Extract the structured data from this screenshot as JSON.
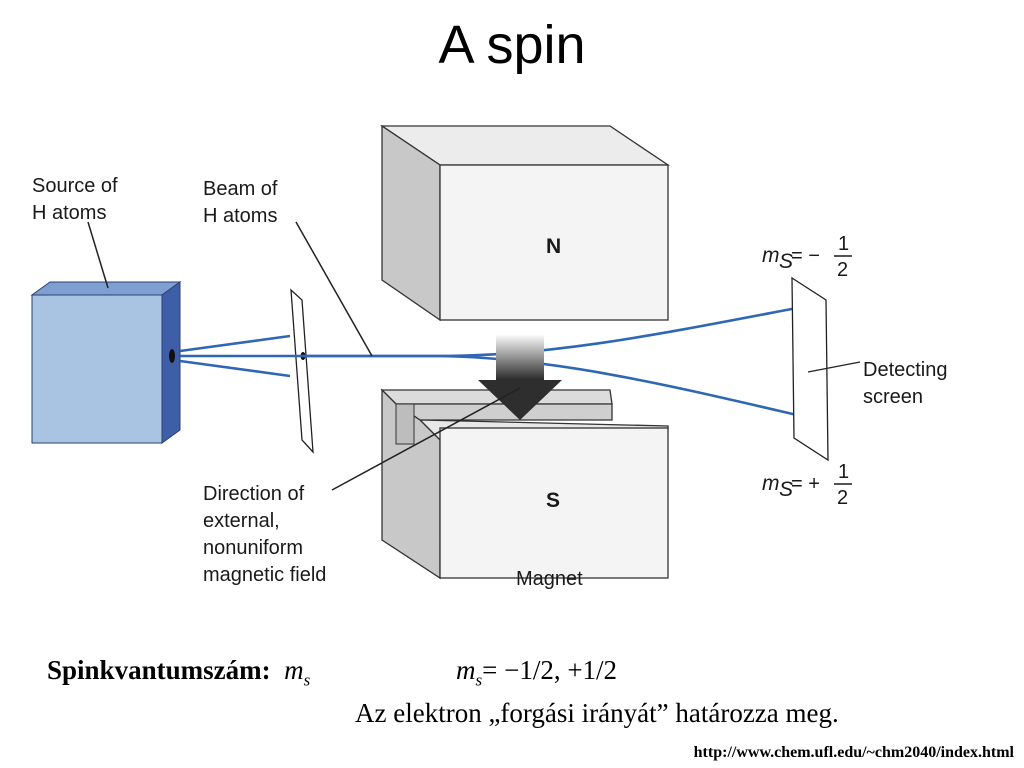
{
  "title": "A spin",
  "labels": {
    "source_line1": "Source of",
    "source_line2": "H atoms",
    "beam_line1": "Beam of",
    "beam_line2": "H atoms",
    "north": "N",
    "south": "S",
    "magnet": "Magnet",
    "field_line1": "Direction of",
    "field_line2": "external,",
    "field_line3": "nonuniform",
    "field_line4": "magnetic field",
    "detect_line1": "Detecting",
    "detect_line2": "screen",
    "ms_top_prefix": "m",
    "ms_top_sub": "S",
    "ms_top_sign": "= −",
    "ms_top_num": "1",
    "ms_top_den": "2",
    "ms_bot_prefix": "m",
    "ms_bot_sub": "S",
    "ms_bot_sign": "= +",
    "ms_bot_num": "1",
    "ms_bot_den": "2"
  },
  "text": {
    "quantum_label": "Spinkvantumszám:",
    "ms_symbol": "m",
    "ms_subscript": "s",
    "ms_values_symbol": "m",
    "ms_values_subscript": "s",
    "ms_values": "= −1/2, +1/2",
    "description": "Az elektron „forgási irányát” határozza meg.",
    "url": "http://www.chem.ufl.edu/~chm2040/index.html"
  },
  "colors": {
    "source_box": "#a9c3e3",
    "source_side": "#3e5fa8",
    "beam": "#2f67b5",
    "magnet_front": "#f4f4f4",
    "magnet_side": "#c8c8c8"
  }
}
